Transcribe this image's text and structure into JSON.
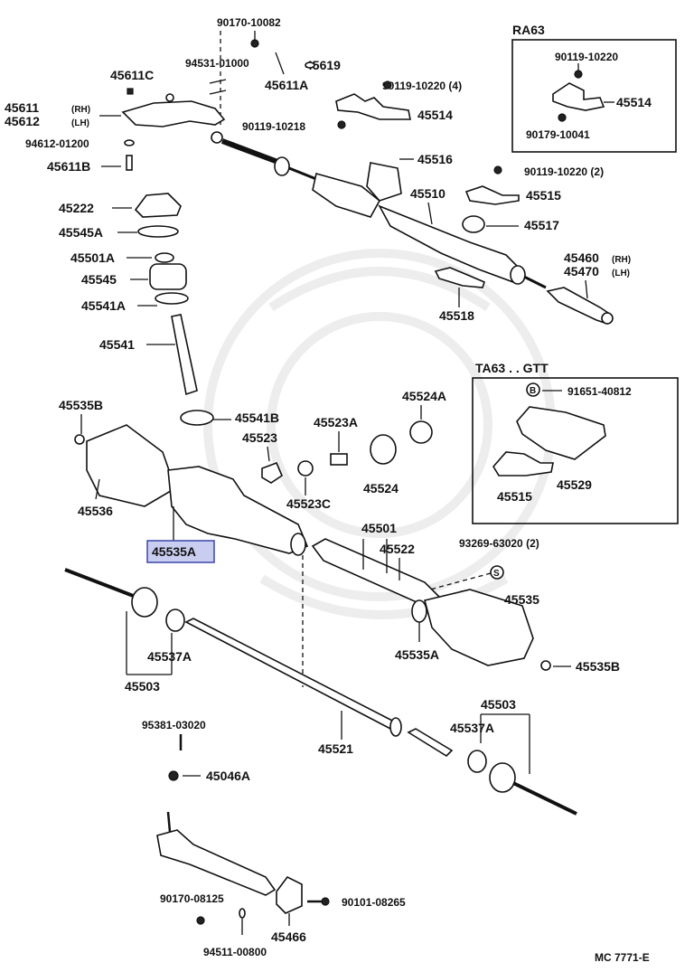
{
  "diagram": {
    "inset_ra63": {
      "title": "RA63",
      "labels": [
        "90119-10220",
        "45514",
        "90179-10041"
      ]
    },
    "inset_ta63": {
      "title": "TA63 . . GTT",
      "labels": [
        "91651-40812",
        "45515",
        "45529"
      ],
      "marker": "B"
    },
    "labels": {
      "p90170_10082": "90170-10082",
      "p94531_01000": "94531-01000",
      "p45619": "45619",
      "p45611c": "45611C",
      "p45611a": "45611A",
      "p45611": "45611",
      "p45611_rh": "(RH)",
      "p45612": "45612",
      "p45612_lh": "(LH)",
      "p90119_10220_4": "90119-10220 (4)",
      "p45514": "45514",
      "p90119_10218": "90119-10218",
      "p94612_01200": "94612-01200",
      "p45611b": "45611B",
      "p45516": "45516",
      "p90119_10220_2": "90119-10220 (2)",
      "p45510": "45510",
      "p45515": "45515",
      "p45222": "45222",
      "p45545a": "45545A",
      "p45517": "45517",
      "p45501a": "45501A",
      "p45460": "45460",
      "p45460_rh": "(RH)",
      "p45470": "45470",
      "p45470_lh": "(LH)",
      "p45545": "45545",
      "p45541a": "45541A",
      "p45518": "45518",
      "p45541": "45541",
      "p45535b_top": "45535B",
      "p45524a": "45524A",
      "p45541b": "45541B",
      "p45523a": "45523A",
      "p45523": "45523",
      "p45536": "45536",
      "p45524": "45524",
      "p45523c": "45523C",
      "p45501": "45501",
      "p45535a_hl": "45535A",
      "p45522": "45522",
      "p93269_63020": "93269-63020 (2)",
      "marker_s": "S",
      "p45535": "45535",
      "p45537a_left": "45537A",
      "p45535a": "45535A",
      "p45535b": "45535B",
      "p45503_left": "45503",
      "p95381_03020": "95381-03020",
      "p45503_right": "45503",
      "p45537a_right": "45537A",
      "p45521": "45521",
      "p45046a": "45046A",
      "p90170_08125": "90170-08125",
      "p90101_08265": "90101-08265",
      "p45466": "45466",
      "p94511_00800": "94511-00800",
      "footer_code": "MC  7771-E"
    }
  }
}
